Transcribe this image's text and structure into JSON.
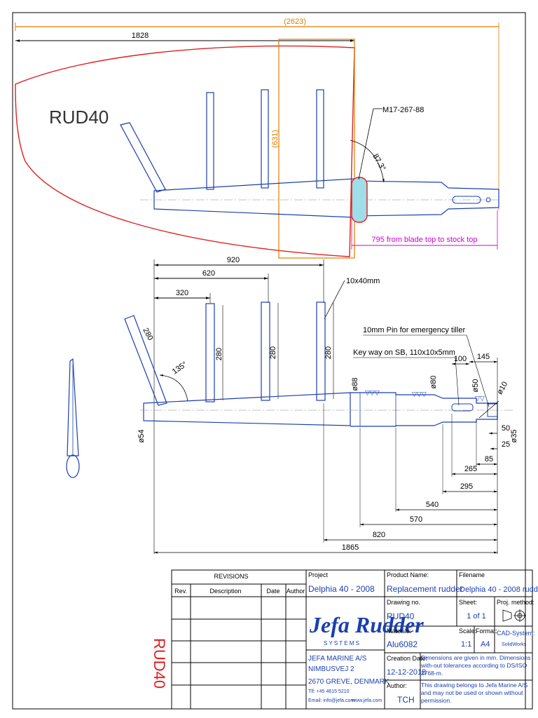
{
  "drawing": {
    "part_label": "RUD40",
    "top_view": {
      "overall_length": "(2623)",
      "blade_length": "1828",
      "blade_depth": "(631)",
      "bearing_ref": "M17-267-88",
      "angle": "87.3°",
      "blade_to_stock": "795 from blade top to stock top"
    },
    "side_view": {
      "dim_920": "920",
      "dim_620": "620",
      "dim_320": "320",
      "rib_size": "10x40mm",
      "rib_height_1": "280",
      "rib_height_2": "280",
      "rib_height_3": "280",
      "slant_rib": "280",
      "angle_135": "135°",
      "pin_note": "10mm Pin for emergency tiller",
      "keyway_note": "Key way on SB, 110x10x5mm",
      "dim_100": "100",
      "dim_145": "145",
      "dia_88": "ø88",
      "dia_80": "ø80",
      "dia_50": "ø50",
      "dia_10": "ø10",
      "dia_54": "ø54",
      "dia_35": "ø35",
      "dim_50": "50",
      "dim_25": "25",
      "dim_85": "85",
      "dim_265": "265",
      "dim_295": "295",
      "dim_540": "540",
      "dim_570": "570",
      "dim_820": "820",
      "dim_1865": "1865"
    }
  },
  "title_block": {
    "revisions_header": "REVISIONS",
    "col_rev": "Rev.",
    "col_description": "Description",
    "col_date": "Date",
    "col_author": "Author",
    "project_label": "Project",
    "project_value": "Delphia 40 - 2008",
    "product_label": "Product Name:",
    "product_value": "Replacement rudder",
    "filename_label": "Filename",
    "filename_value": "Delphia 40 - 2008 rudder",
    "drawing_no_label": "Drawing no.",
    "drawing_no_value": "RUD40",
    "sheet_label": "Sheet:",
    "sheet_value": "1 of 1",
    "proj_method_label": "Proj. method:",
    "material_label": "Material:",
    "material_value": "Alu6082",
    "scale_label": "Scale:",
    "scale_value": "1:1",
    "format_label": "Format:",
    "format_value": "A4",
    "cad_label": "CAD-System:",
    "cad_value": "SolidWorks",
    "logo_text": "Jefa Rudder",
    "logo_sub": "S Y S T E M S",
    "company_name": "JEFA MARINE A/S",
    "company_street": "NIMBUSVEJ 2",
    "company_city": "2670 GREVE, DENMARK",
    "company_phone": "Tlf: +45 4615 5210",
    "company_email": "Email: info@jefa.com",
    "company_web": "www.jefa.com",
    "creation_label": "Creation Date:",
    "creation_value": "12-12-2018",
    "dimensions_note": "Dimensions are given in mm. Dimensions with-out tolerances according to DS/ISO 2768-m.",
    "author_label": "Author:",
    "author_value": "TCH",
    "ownership_note": "This drawing belongs to Jefa Marine A/S and may not be used or shown without permission."
  }
}
